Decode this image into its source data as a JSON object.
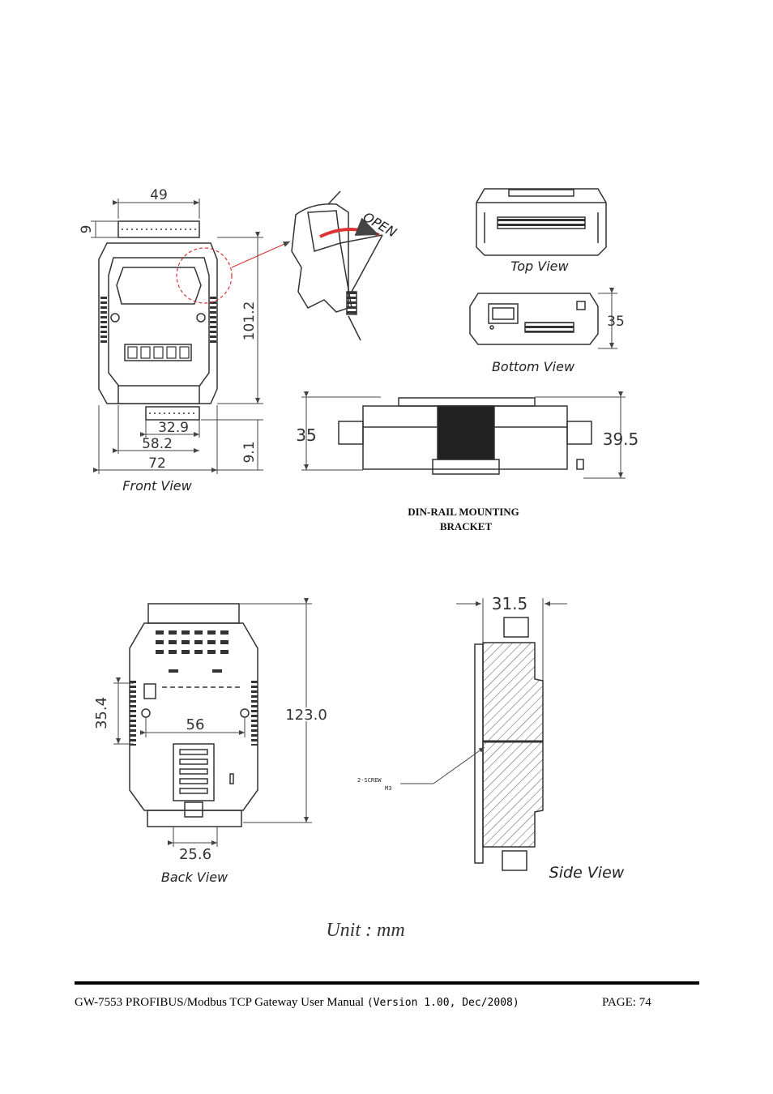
{
  "drawing": {
    "front_view": {
      "label": "Front View",
      "dims": {
        "width_top": "49",
        "top_height": "9",
        "height": "101.2",
        "bottom_inner": "32.9",
        "bottom_mid": "58.2",
        "width": "72",
        "bottom_height": "9.1"
      }
    },
    "open_detail": {
      "label": "OPEN"
    },
    "top_view": {
      "label": "Top View"
    },
    "bottom_view": {
      "label": "Bottom View",
      "height": "35"
    },
    "din_rail": {
      "left_dim": "35",
      "right_dim": "39.5",
      "caption_line1": "DIN-RAIL MOUNTING",
      "caption_line2": "BRACKET"
    },
    "back_view": {
      "label": "Back View",
      "dims": {
        "height": "123.0",
        "side": "35.4",
        "hole_spacing": "56",
        "bottom": "25.6"
      }
    },
    "side_view": {
      "label": "Side View",
      "depth": "31.5",
      "screw_label_1": "2-SCREW",
      "screw_label_2": "M3"
    },
    "unit_label": "Unit : mm"
  },
  "footer": {
    "title": "GW-7553 PROFIBUS/Modbus TCP Gateway User Manual ",
    "version": "(Version 1.00, Dec/2008)",
    "page": "PAGE: 74"
  }
}
